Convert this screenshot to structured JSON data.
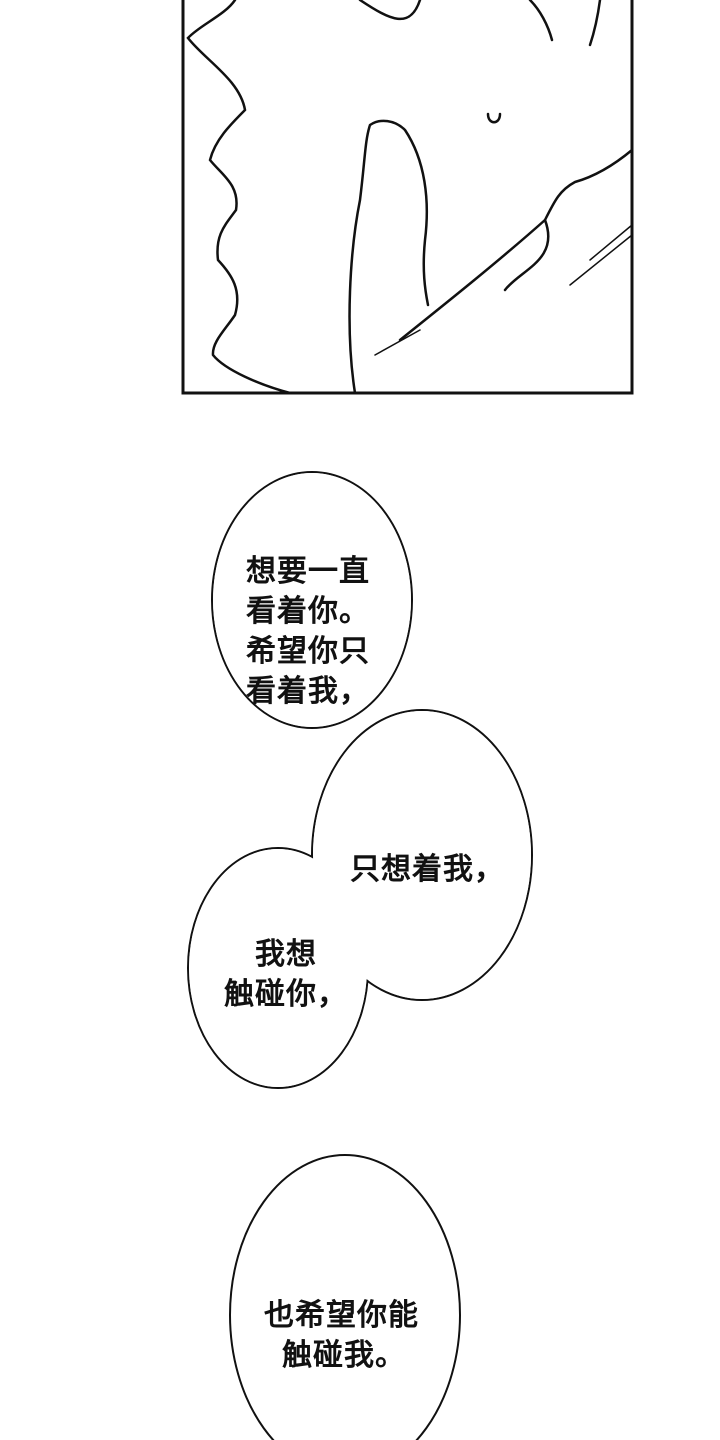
{
  "panel": {
    "description_icon": "manga-panel-art"
  },
  "bubbles": {
    "b1": {
      "lines": [
        "想要一直",
        "看着你。",
        "希望你只",
        "看着我，"
      ]
    },
    "b2": {
      "lines": [
        "只想着我，"
      ]
    },
    "b3": {
      "lines": [
        "我想",
        "触碰你，"
      ]
    },
    "b4": {
      "lines": [
        "也希望你能",
        "触碰我。"
      ]
    }
  },
  "colors": {
    "ink": "#111111",
    "paper": "#ffffff"
  }
}
